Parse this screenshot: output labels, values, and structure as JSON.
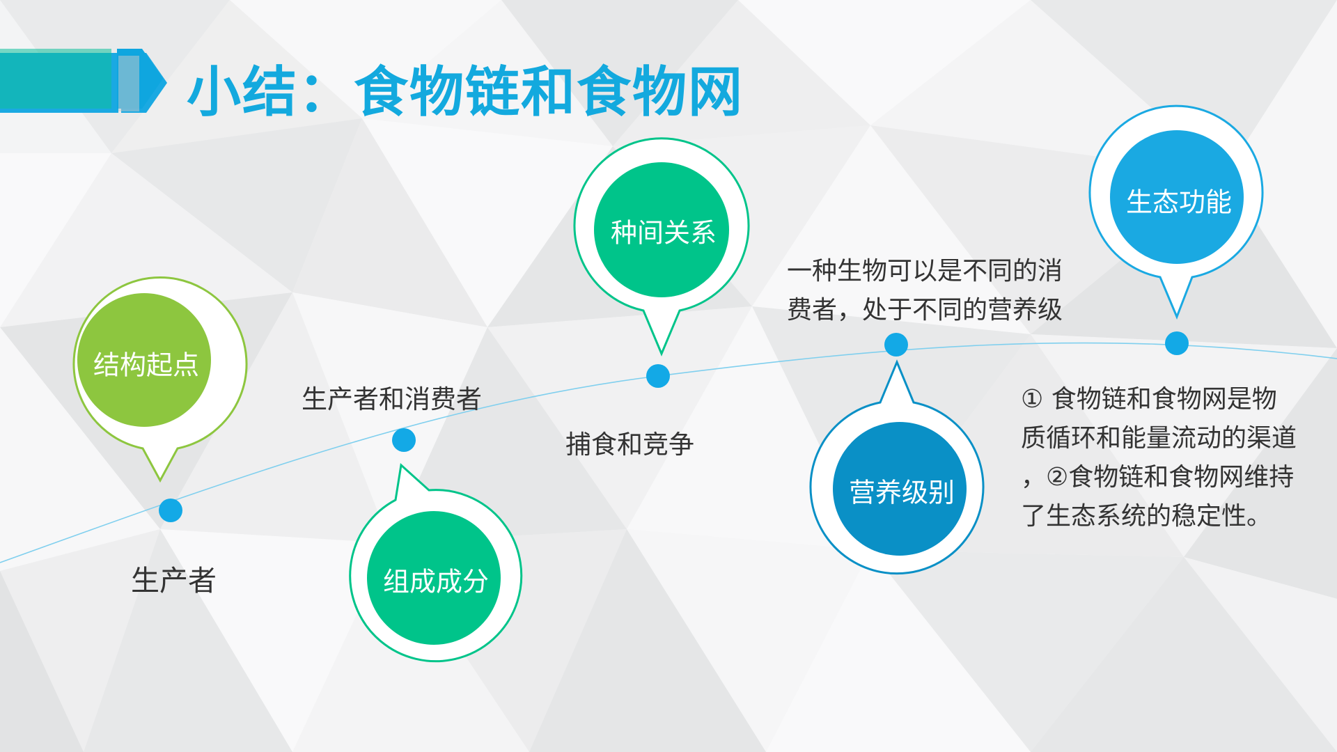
{
  "title": "小结：食物链和食物网",
  "colors": {
    "title": "#13a9de",
    "lime_green": "#8dc63f",
    "teal_green": "#00c48a",
    "blue": "#1aa9e2",
    "dark_blue": "#0a90c6",
    "node_dot": "#13a9e6",
    "curve_line": "#7fcfee"
  },
  "nodes": [
    {
      "id": "n1",
      "bubble": "结构起点",
      "caption": "生产者"
    },
    {
      "id": "n2",
      "bubble": "组成成分",
      "caption": "生产者和消费者"
    },
    {
      "id": "n3",
      "bubble": "种间关系",
      "caption": "捕食和竞争"
    },
    {
      "id": "n4",
      "bubble": "营养级别",
      "caption_lines": [
        "一种生物可以是不同的消",
        "费者，处于不同的营养级"
      ]
    },
    {
      "id": "n5",
      "bubble": "生态功能",
      "caption_lines": [
        "① 食物链和食物网是物",
        "质循环和能量流动的渠道",
        "，②食物链和食物网维持",
        "了生态系统的稳定性。"
      ]
    }
  ]
}
